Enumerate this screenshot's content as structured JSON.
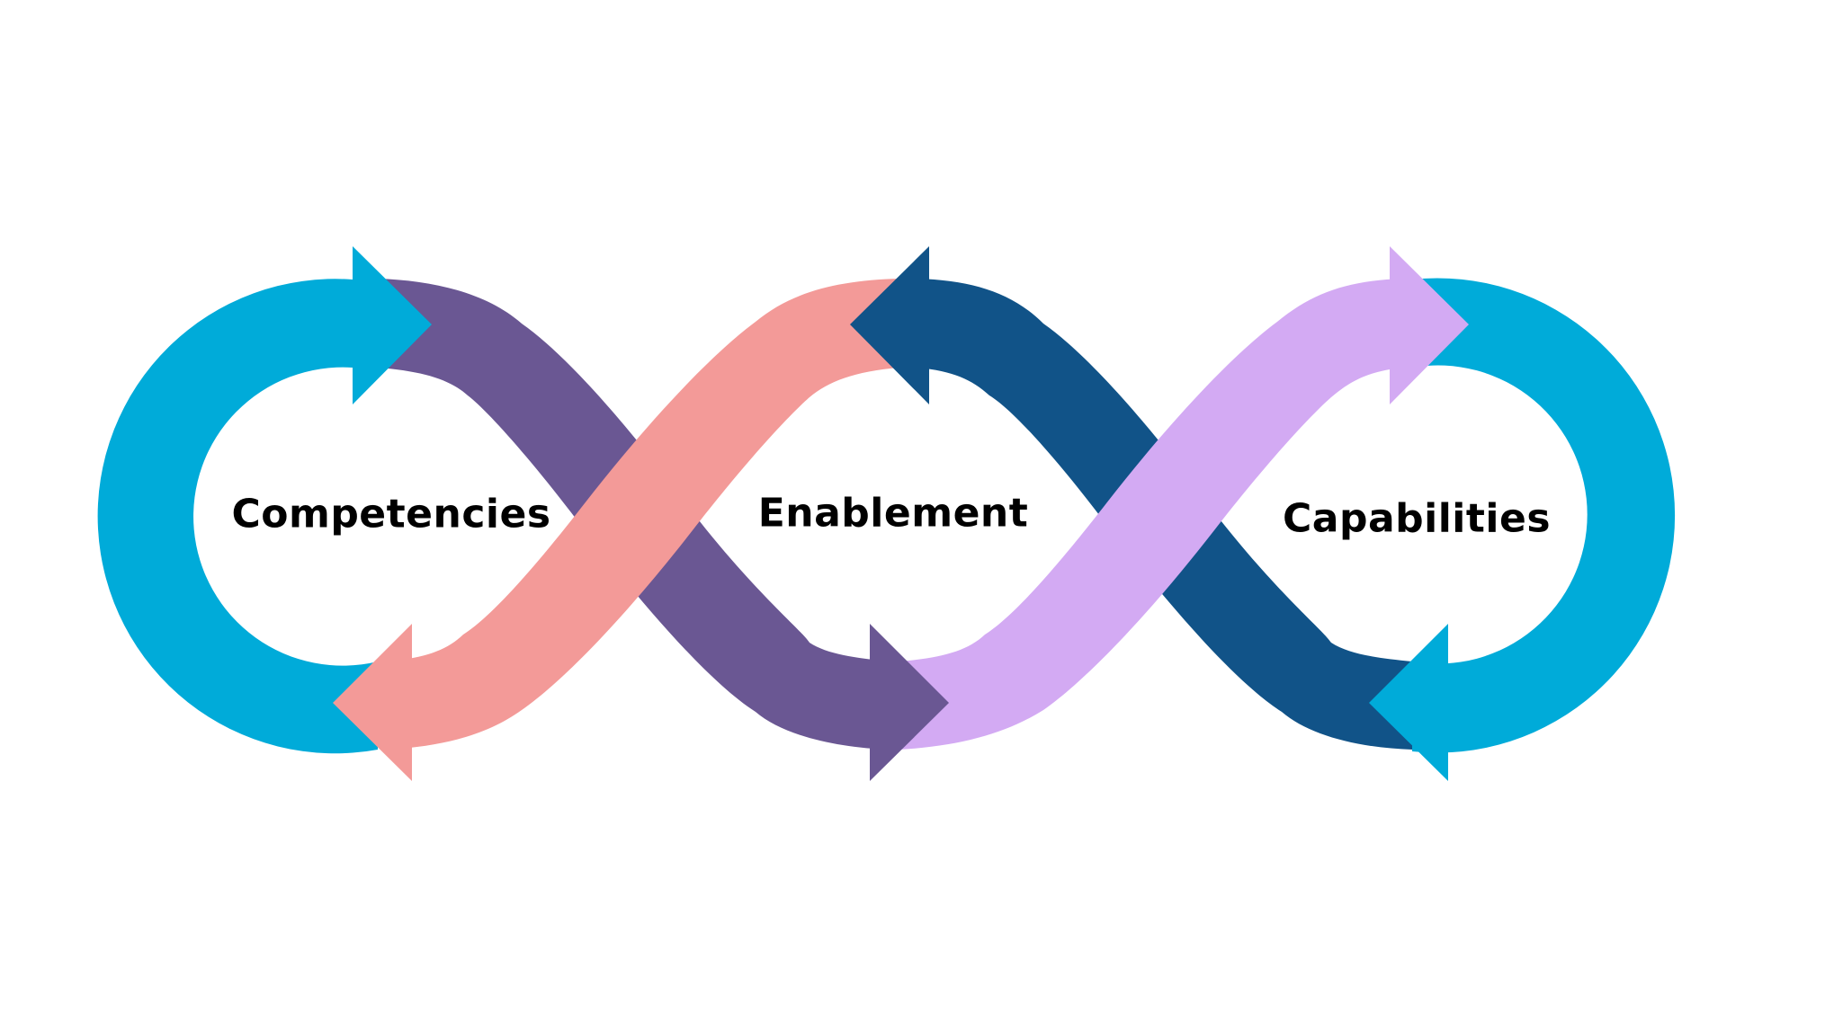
{
  "labels": {
    "left": "Competencies",
    "middle": "Enablement",
    "right": "Capabilities"
  },
  "colors": {
    "loop_left": "#00abd9",
    "loop_right": "#00abd9",
    "band_purple": "#6a5793",
    "band_salmon": "#f39a98",
    "band_navy": "#115388",
    "band_lavender": "#d3aaf3"
  }
}
